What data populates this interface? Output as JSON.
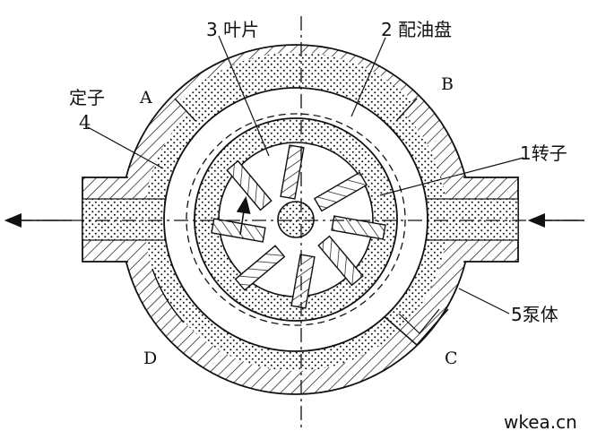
{
  "labels": {
    "vane": "3 叶片",
    "port_plate": "2 配油盘",
    "stator_cn": "定子",
    "stator_num": "4",
    "rotor": "1转子",
    "pump_body": "5泵体",
    "point_a": "A",
    "point_b": "B",
    "point_c": "C",
    "point_d": "D"
  },
  "watermark": "wkea.cn",
  "colors": {
    "line": "#111111",
    "background": "#ffffff"
  }
}
